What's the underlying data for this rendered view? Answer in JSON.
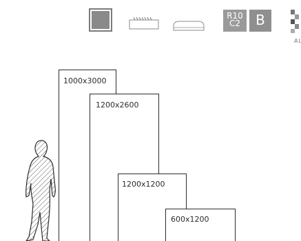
{
  "toolbar": {
    "icons": [
      {
        "name": "square-tile-icon"
      },
      {
        "name": "rectified-edge-icon"
      },
      {
        "name": "rounded-edge-icon"
      }
    ],
    "code_badge": {
      "line1": "R10",
      "line2": "C2"
    },
    "b_badge": "B",
    "all_label": "AL"
  },
  "sizes": [
    {
      "label": "1000x3000"
    },
    {
      "label": "1200x2600"
    },
    {
      "label": "1200x1200"
    },
    {
      "label": "600x1200"
    }
  ],
  "colors": {
    "stroke": "#2b2b2b",
    "badge_gray": "#9a9a9a"
  }
}
